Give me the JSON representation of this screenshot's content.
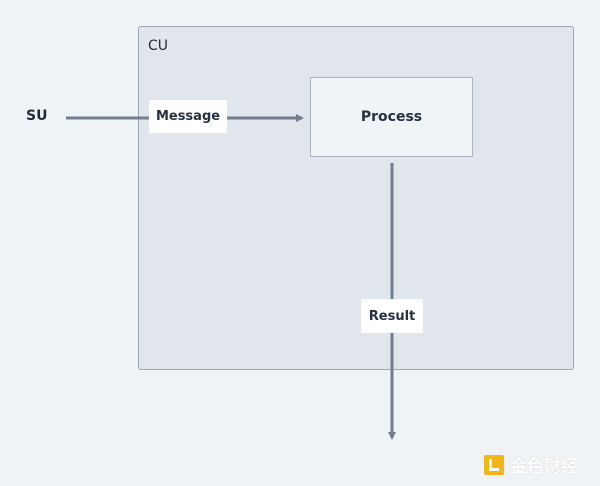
{
  "diagram": {
    "container_label": "CU",
    "source_label": "SU",
    "process_label": "Process",
    "message_label": "Message",
    "result_label": "Result"
  },
  "watermark": {
    "text": "金色财经",
    "icon": "jinse-logo-icon"
  },
  "colors": {
    "background": "#f0f3f6",
    "container_fill": "#e1e6ec",
    "container_border": "#9aa7b5",
    "process_fill": "#f1f4f7",
    "arrow": "#6f7f8f",
    "logo_gold": "#f2b619"
  }
}
